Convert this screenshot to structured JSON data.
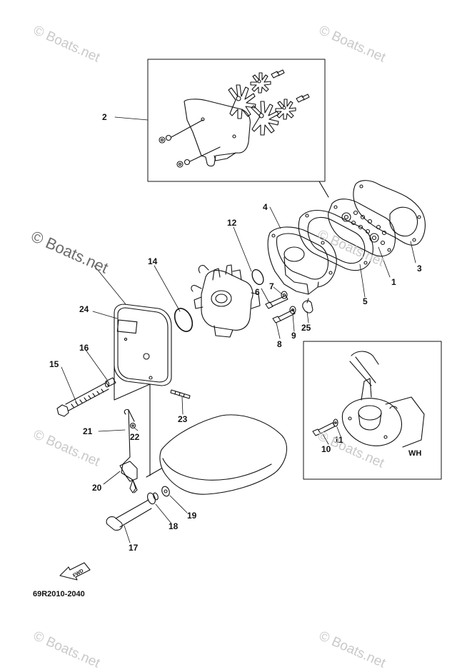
{
  "watermarks": [
    {
      "text": "© Boats.net"
    },
    {
      "text": "© Boats.net"
    },
    {
      "text": "© Boats.net"
    },
    {
      "text": "© Boats.net"
    },
    {
      "text": "© Boats.net"
    },
    {
      "text": "© Boats.net"
    },
    {
      "text": "© Boats.net"
    },
    {
      "text": "© Boats.net"
    }
  ],
  "callouts": [
    "1",
    "2",
    "3",
    "4",
    "5",
    "6",
    "7",
    "8",
    "9",
    "10",
    "11",
    "12",
    "14",
    "15",
    "16",
    "17",
    "18",
    "19",
    "20",
    "21",
    "22",
    "23",
    "24",
    "25"
  ],
  "inset_label": "WH",
  "fwd_label": "FWD",
  "diagram_code": "69R2010-2040"
}
